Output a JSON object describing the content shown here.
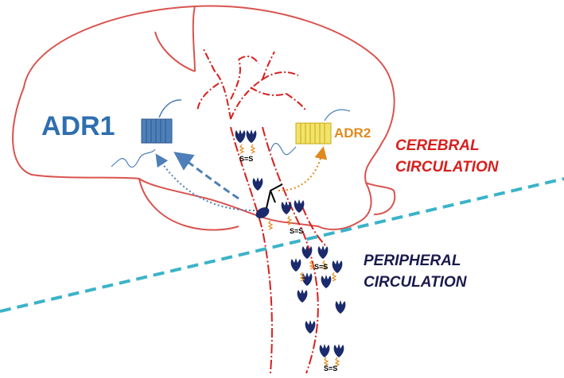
{
  "labels": {
    "adr1": "ADR1",
    "adr2": "ADR2",
    "cerebral_line1": "CEREBRAL",
    "cerebral_line2": "CIRCULATION",
    "peripheral_line1": "PERIPHERAL",
    "peripheral_line2": "CIRCULATION",
    "disulfide": "S=S"
  },
  "colors": {
    "brain_outline": "#d9534f",
    "vessel": "#d6201e",
    "adr1": "#2e6fb0",
    "adr2": "#e08a1e",
    "divider": "#3bb3c9",
    "molecule": "#1a2a6c",
    "peripheral_text": "#1a1a4e"
  },
  "icons": [
    "adr1-receptor-icon",
    "adr2-receptor-icon",
    "blood-vessel-icon",
    "molecule-icon",
    "disulfide-dimer-icon",
    "transporter-icon"
  ]
}
